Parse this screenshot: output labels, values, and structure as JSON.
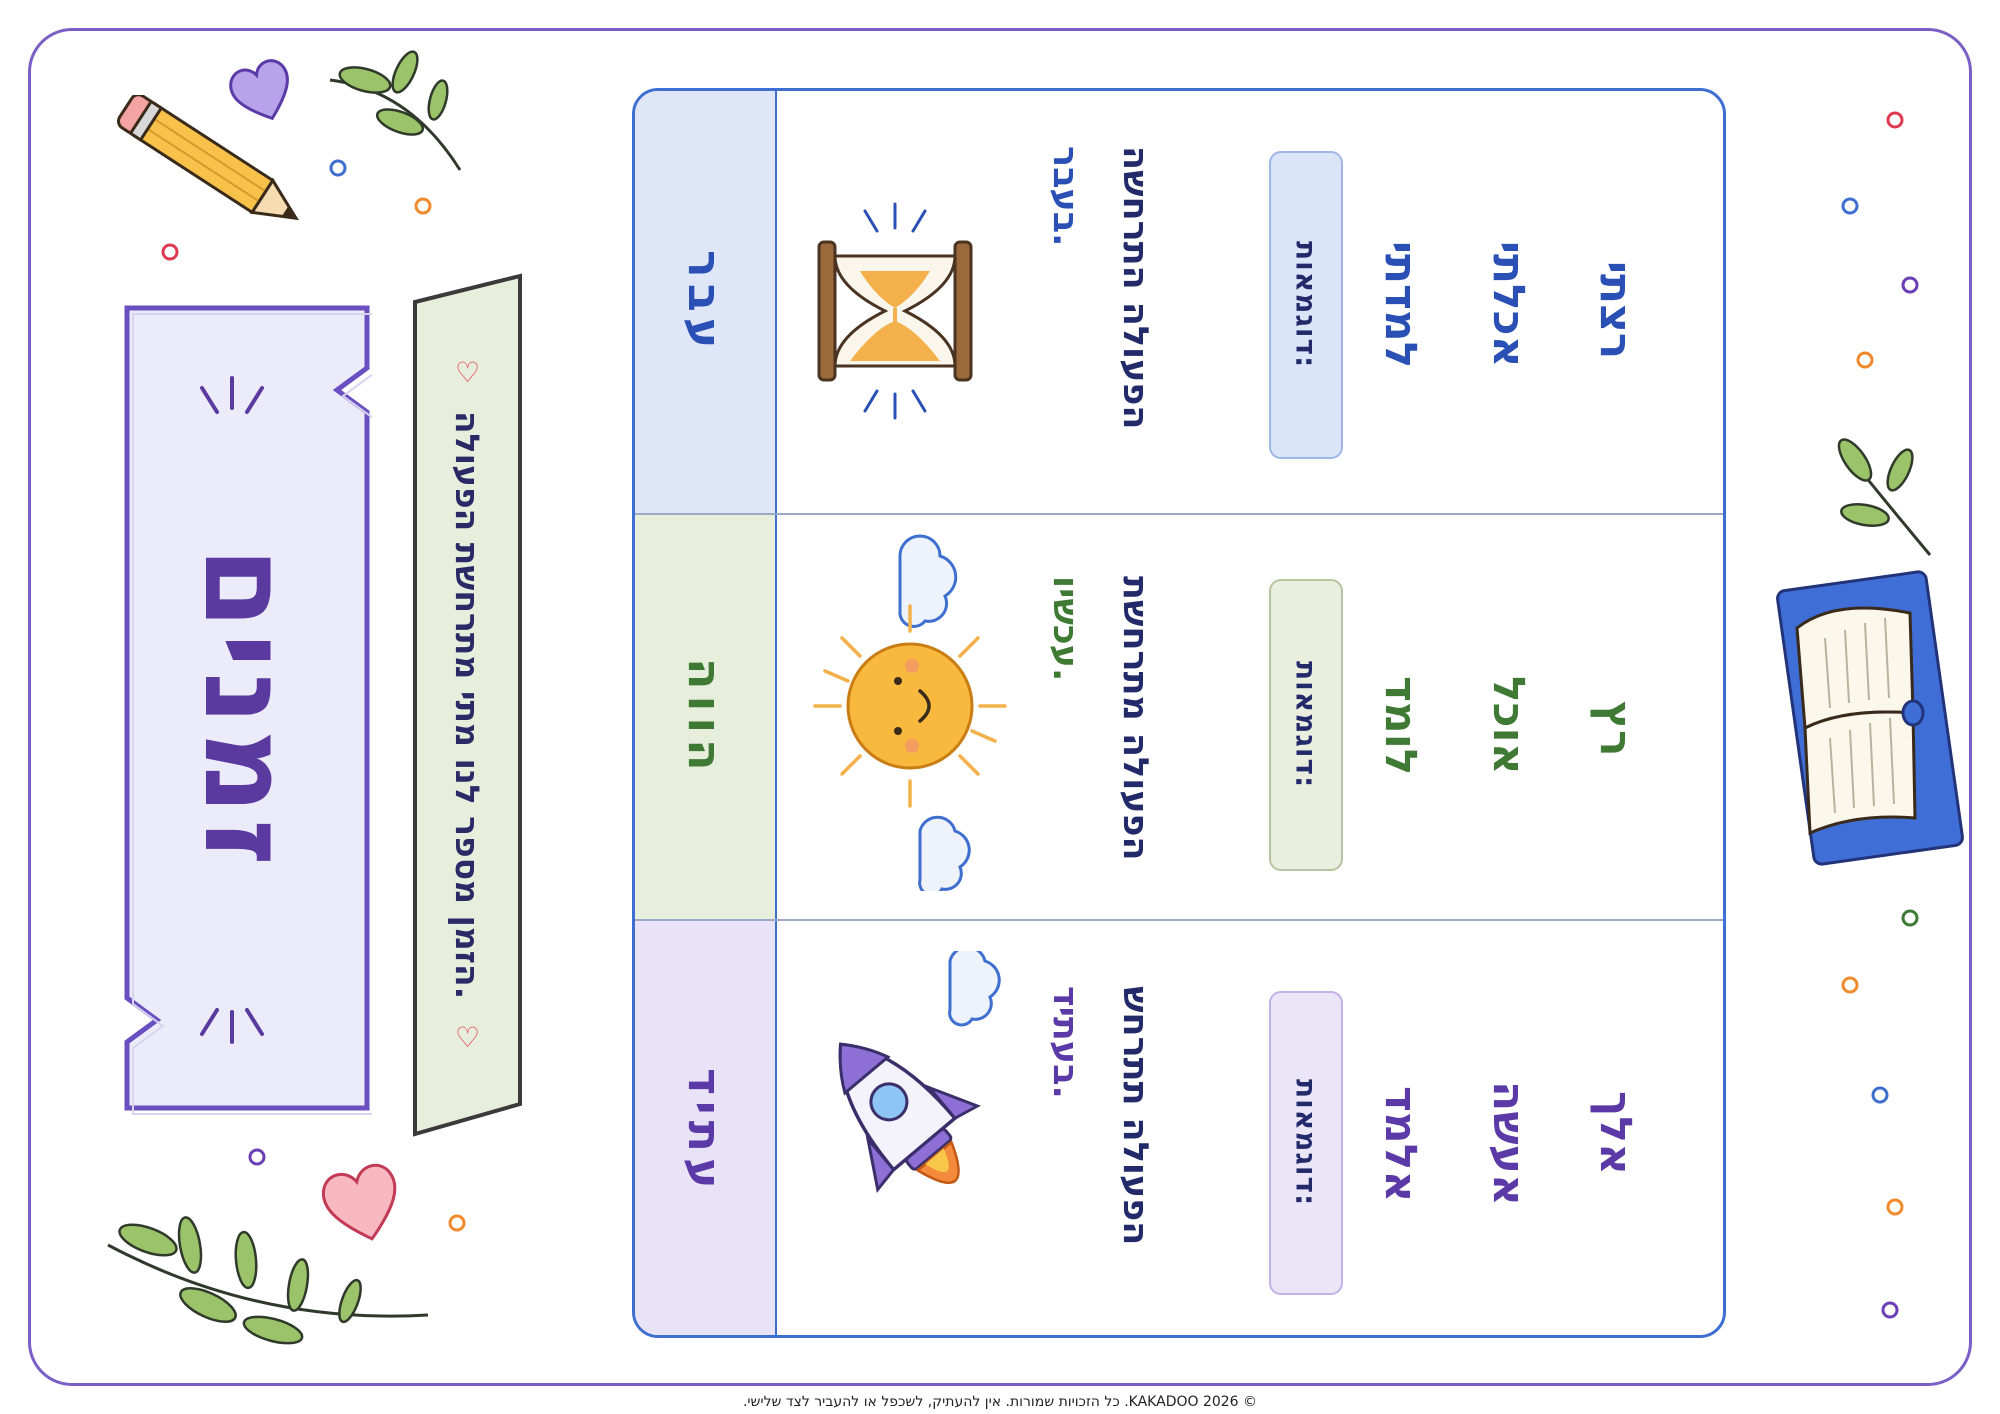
{
  "title": "זמנים",
  "subtitle": "הזמן מספר לנו מתי מתרחשת הפעולה.",
  "example_label": "דוגמאות:",
  "tenses": [
    {
      "name": "עבר",
      "description_line1": "הפעולה התרחשה",
      "description_line2": "בעבר.",
      "examples": [
        "למדתי",
        "אכלתי",
        "רצתי"
      ],
      "header_bg": "#dfe6f8",
      "accent": "#2a4fb5"
    },
    {
      "name": "הווה",
      "description_line1": "הפעולה מתרחשת",
      "description_line2": "עכשיו.",
      "examples": [
        "לומד",
        "אוכל",
        "רץ"
      ],
      "header_bg": "#e8eedc",
      "accent": "#3f7a35"
    },
    {
      "name": "עתיד",
      "description_line1": "הפעולה תתרחש",
      "description_line2": "בעתיד.",
      "examples": [
        "אלמד",
        "אעשה",
        "אלך"
      ],
      "header_bg": "#e9e3f7",
      "accent": "#5b3aa8"
    }
  ],
  "icons": {
    "past": "hourglass-icon",
    "present": "smiling-sun-icon",
    "future": "rocket-icon",
    "decor": [
      "pencil-icon",
      "book-icon",
      "heart-icon",
      "leaf-branch-icon",
      "cloud-icon"
    ]
  },
  "colors": {
    "frame": "#7b5fc7",
    "title": "#5b3a9f",
    "title_banner": "#ecebfa",
    "subtitle_banner": "#e8eedc",
    "table_border": "#3e6fd0"
  },
  "footer": "© KAKADOO 2026. כל הזכויות שמורות. אין להעתיק, לשכפל או להעביר לצד שלישי."
}
